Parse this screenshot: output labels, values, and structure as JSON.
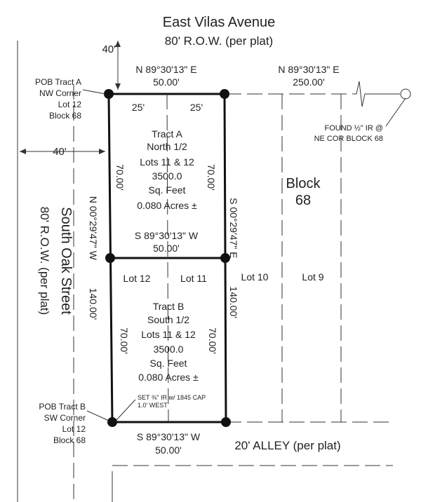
{
  "streets": {
    "north_name": "East Vilas Avenue",
    "north_row": "80' R.O.W. (per plat)",
    "west_name": "South Oak Street",
    "west_row": "80' R.O.W. (per plat)",
    "north_setback": "40'",
    "west_setback": "40'"
  },
  "courses": {
    "north_bearing": "N 89°30'13\" E",
    "north_distance": "50.00'",
    "north_east_bearing": "N 89°30'13\" E",
    "north_east_distance": "250.00'",
    "mid_bearing": "S 89°30'13\" W",
    "mid_distance": "50.00'",
    "south_bearing": "S 89°30'13\" W",
    "south_distance": "50.00'",
    "west_bearing": "N 00°29'47\" W",
    "west_distance": "140.00'",
    "east_bearing": "S 00°29'47\" E",
    "east_distance": "140.00'",
    "lot_width_a_left": "25'",
    "lot_width_a_right": "25'",
    "tract_a_left_dim": "70.00'",
    "tract_a_right_dim": "70.00'",
    "tract_b_left_dim": "70.00'",
    "tract_b_right_dim": "70.00'"
  },
  "tract_a": {
    "title": "Tract A",
    "part": "North 1/2",
    "lots": "Lots 11 & 12",
    "sqft": "3500.0",
    "sqft_label": "Sq. Feet",
    "acres": "0.080 Acres ±"
  },
  "tract_b": {
    "title": "Tract B",
    "part": "South 1/2",
    "lots": "Lots 11 & 12",
    "sqft": "3500.0",
    "sqft_label": "Sq. Feet",
    "acres": "0.080 Acres ±"
  },
  "pob_a": {
    "line1": "POB Tract A",
    "line2": "NW Corner",
    "line3": "Lot 12",
    "line4": "Block 68"
  },
  "pob_b": {
    "line1": "POB Tract B",
    "line2": "SW Corner",
    "line3": "Lot 12",
    "line4": "Block 68"
  },
  "found_monument": {
    "line1": "FOUND ½\" IR @",
    "line2": "NE COR BLOCK 68"
  },
  "set_monument": {
    "line1": "SET ⅜\" IR w/ 1845 CAP",
    "line2": "1.0' WEST"
  },
  "block": {
    "label_line1": "Block",
    "label_line2": "68"
  },
  "lots": {
    "lot12": "Lot 12",
    "lot11": "Lot 11",
    "lot10": "Lot 10",
    "lot9": "Lot 9"
  },
  "alley": "20' ALLEY (per plat)"
}
